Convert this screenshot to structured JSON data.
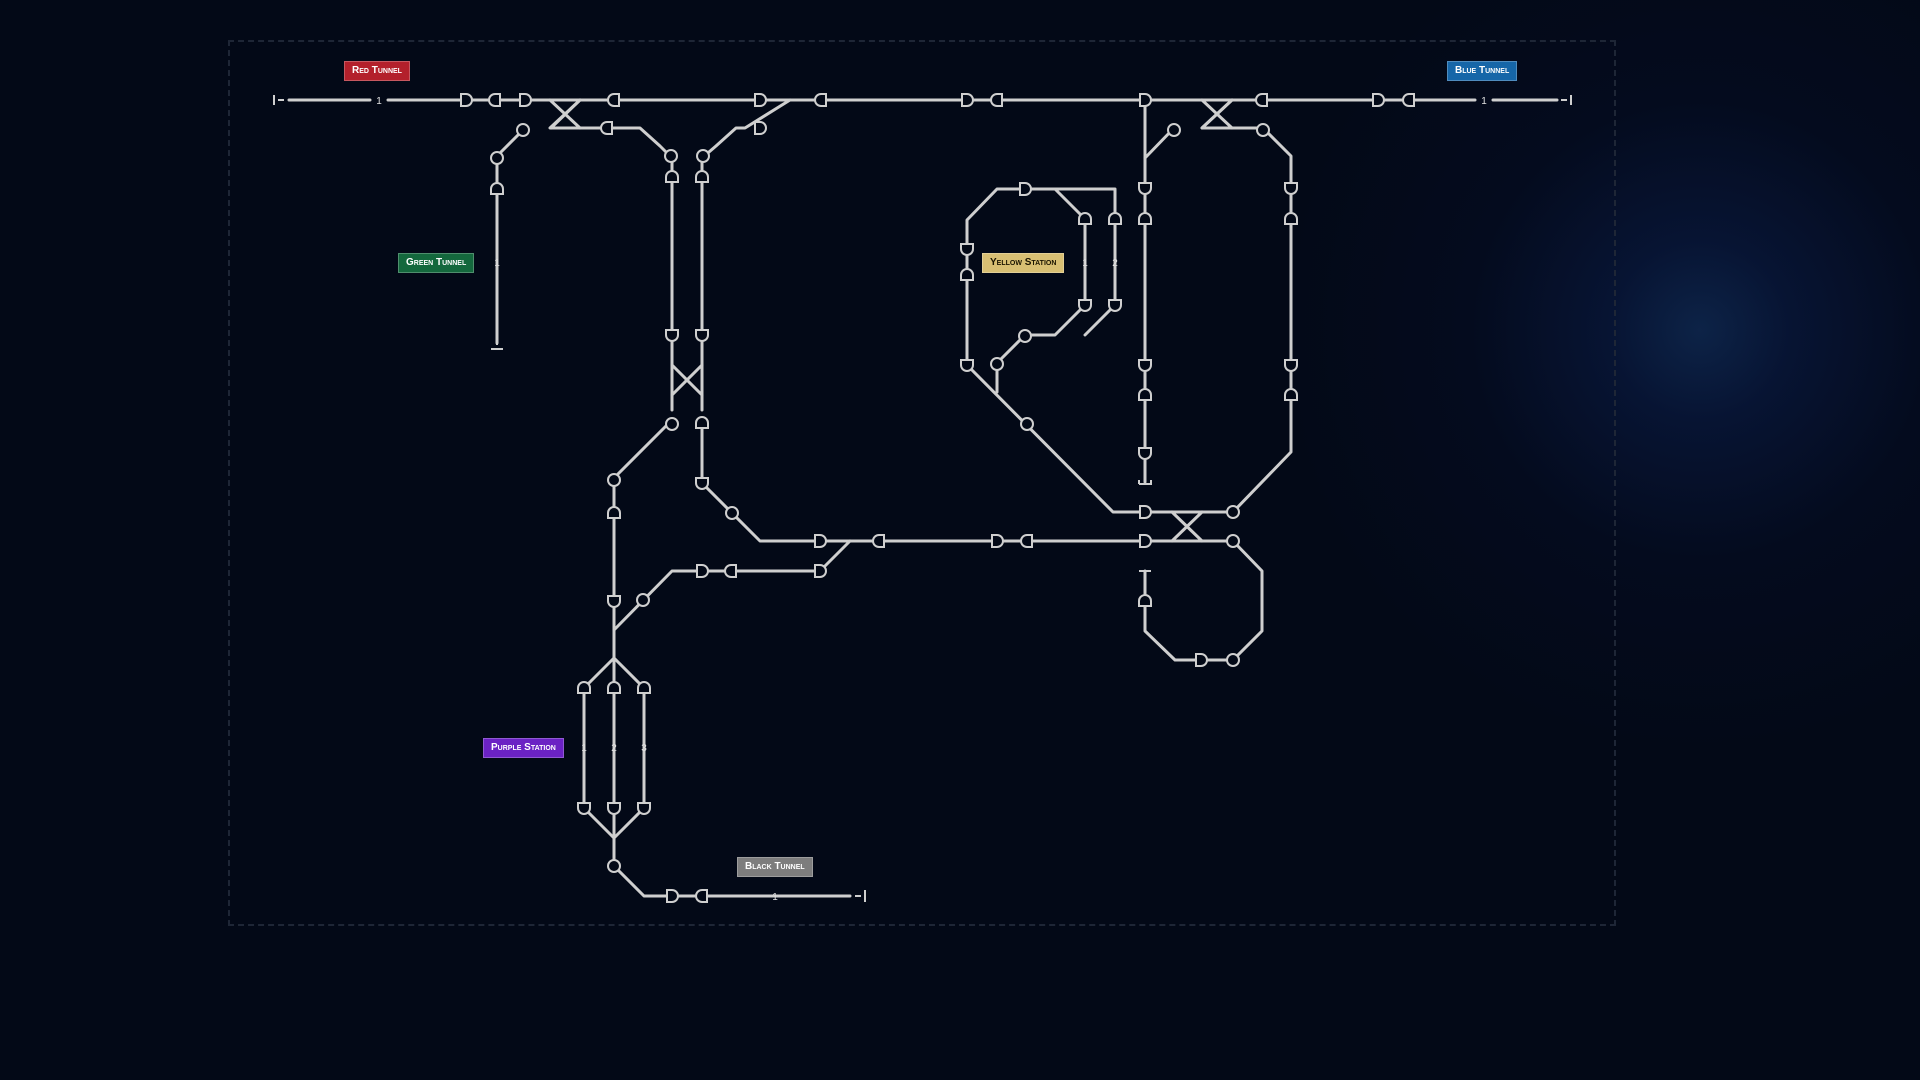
{
  "tags": {
    "red_tunnel": "Red Tunnel",
    "blue_tunnel": "Blue Tunnel",
    "green_tunnel": "Green Tunnel",
    "yellow_station": "Yellow Station",
    "purple_station": "Purple Station",
    "black_tunnel": "Black Tunnel"
  },
  "colors": {
    "red": "#b3202b",
    "blue": "#1666a8",
    "green": "#14683d",
    "yellow": "#d8bf73",
    "purple": "#6b22c4",
    "black": "#7d7d7d",
    "track": "#cfcfcf",
    "background": "#030917"
  },
  "track_numbers": {
    "red": "1",
    "blue": "1",
    "green": "1",
    "yellow_1": "1",
    "yellow_2": "2",
    "purple_1": "1",
    "purple_2": "2",
    "purple_3": "3",
    "black": "1"
  }
}
